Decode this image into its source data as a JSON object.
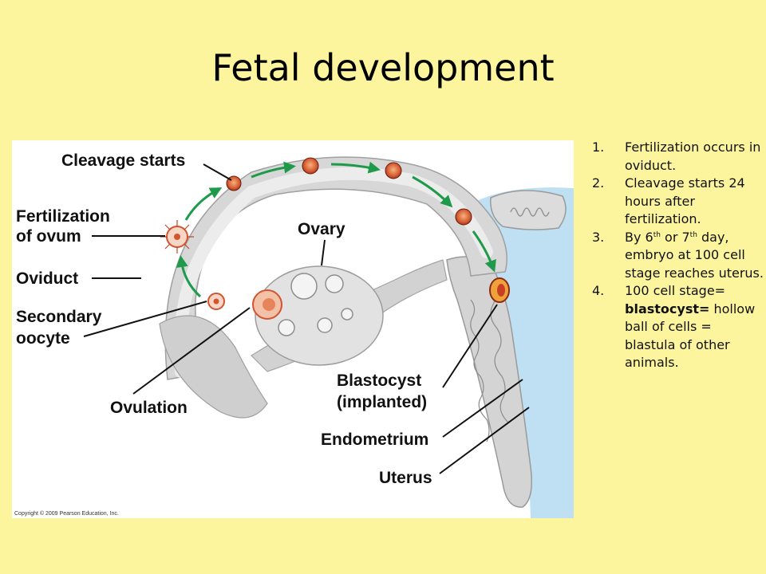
{
  "slide": {
    "title": "Fetal development"
  },
  "figure": {
    "labels": {
      "cleavage_starts": "Cleavage starts",
      "fertilization_line1": "Fertilization",
      "fertilization_line2": "of ovum",
      "oviduct": "Oviduct",
      "secondary_line1": "Secondary",
      "secondary_line2": "oocyte",
      "ovulation": "Ovulation",
      "ovary": "Ovary",
      "blastocyst_line1": "Blastocyst",
      "blastocyst_line2": "(implanted)",
      "endometrium": "Endometrium",
      "uterus": "Uterus"
    },
    "copyright": "Copyright © 2009 Pearson Education, Inc."
  },
  "notes": [
    {
      "number": "1.",
      "text": "Fertilization occurs in oviduct."
    },
    {
      "number": "2.",
      "text": "Cleavage starts 24 hours after fertilization."
    },
    {
      "number": "3.",
      "text_pre": "By 6",
      "sup1": "th",
      "text_mid": " or 7",
      "sup2": "th",
      "text_post": " day, embryo at 100 cell stage reaches uterus."
    },
    {
      "number": "4.",
      "text_pre": "100 cell stage= ",
      "bold": "blastocyst=",
      "text_post": " hollow ball of cells = blastula of other animals."
    }
  ],
  "colors": {
    "background": "#fdf49e",
    "arrow": "#1e9a4a",
    "tissue": "#d7d7d7",
    "uterine_cavity": "#bfe0f2",
    "embryo": "#d2552f"
  }
}
